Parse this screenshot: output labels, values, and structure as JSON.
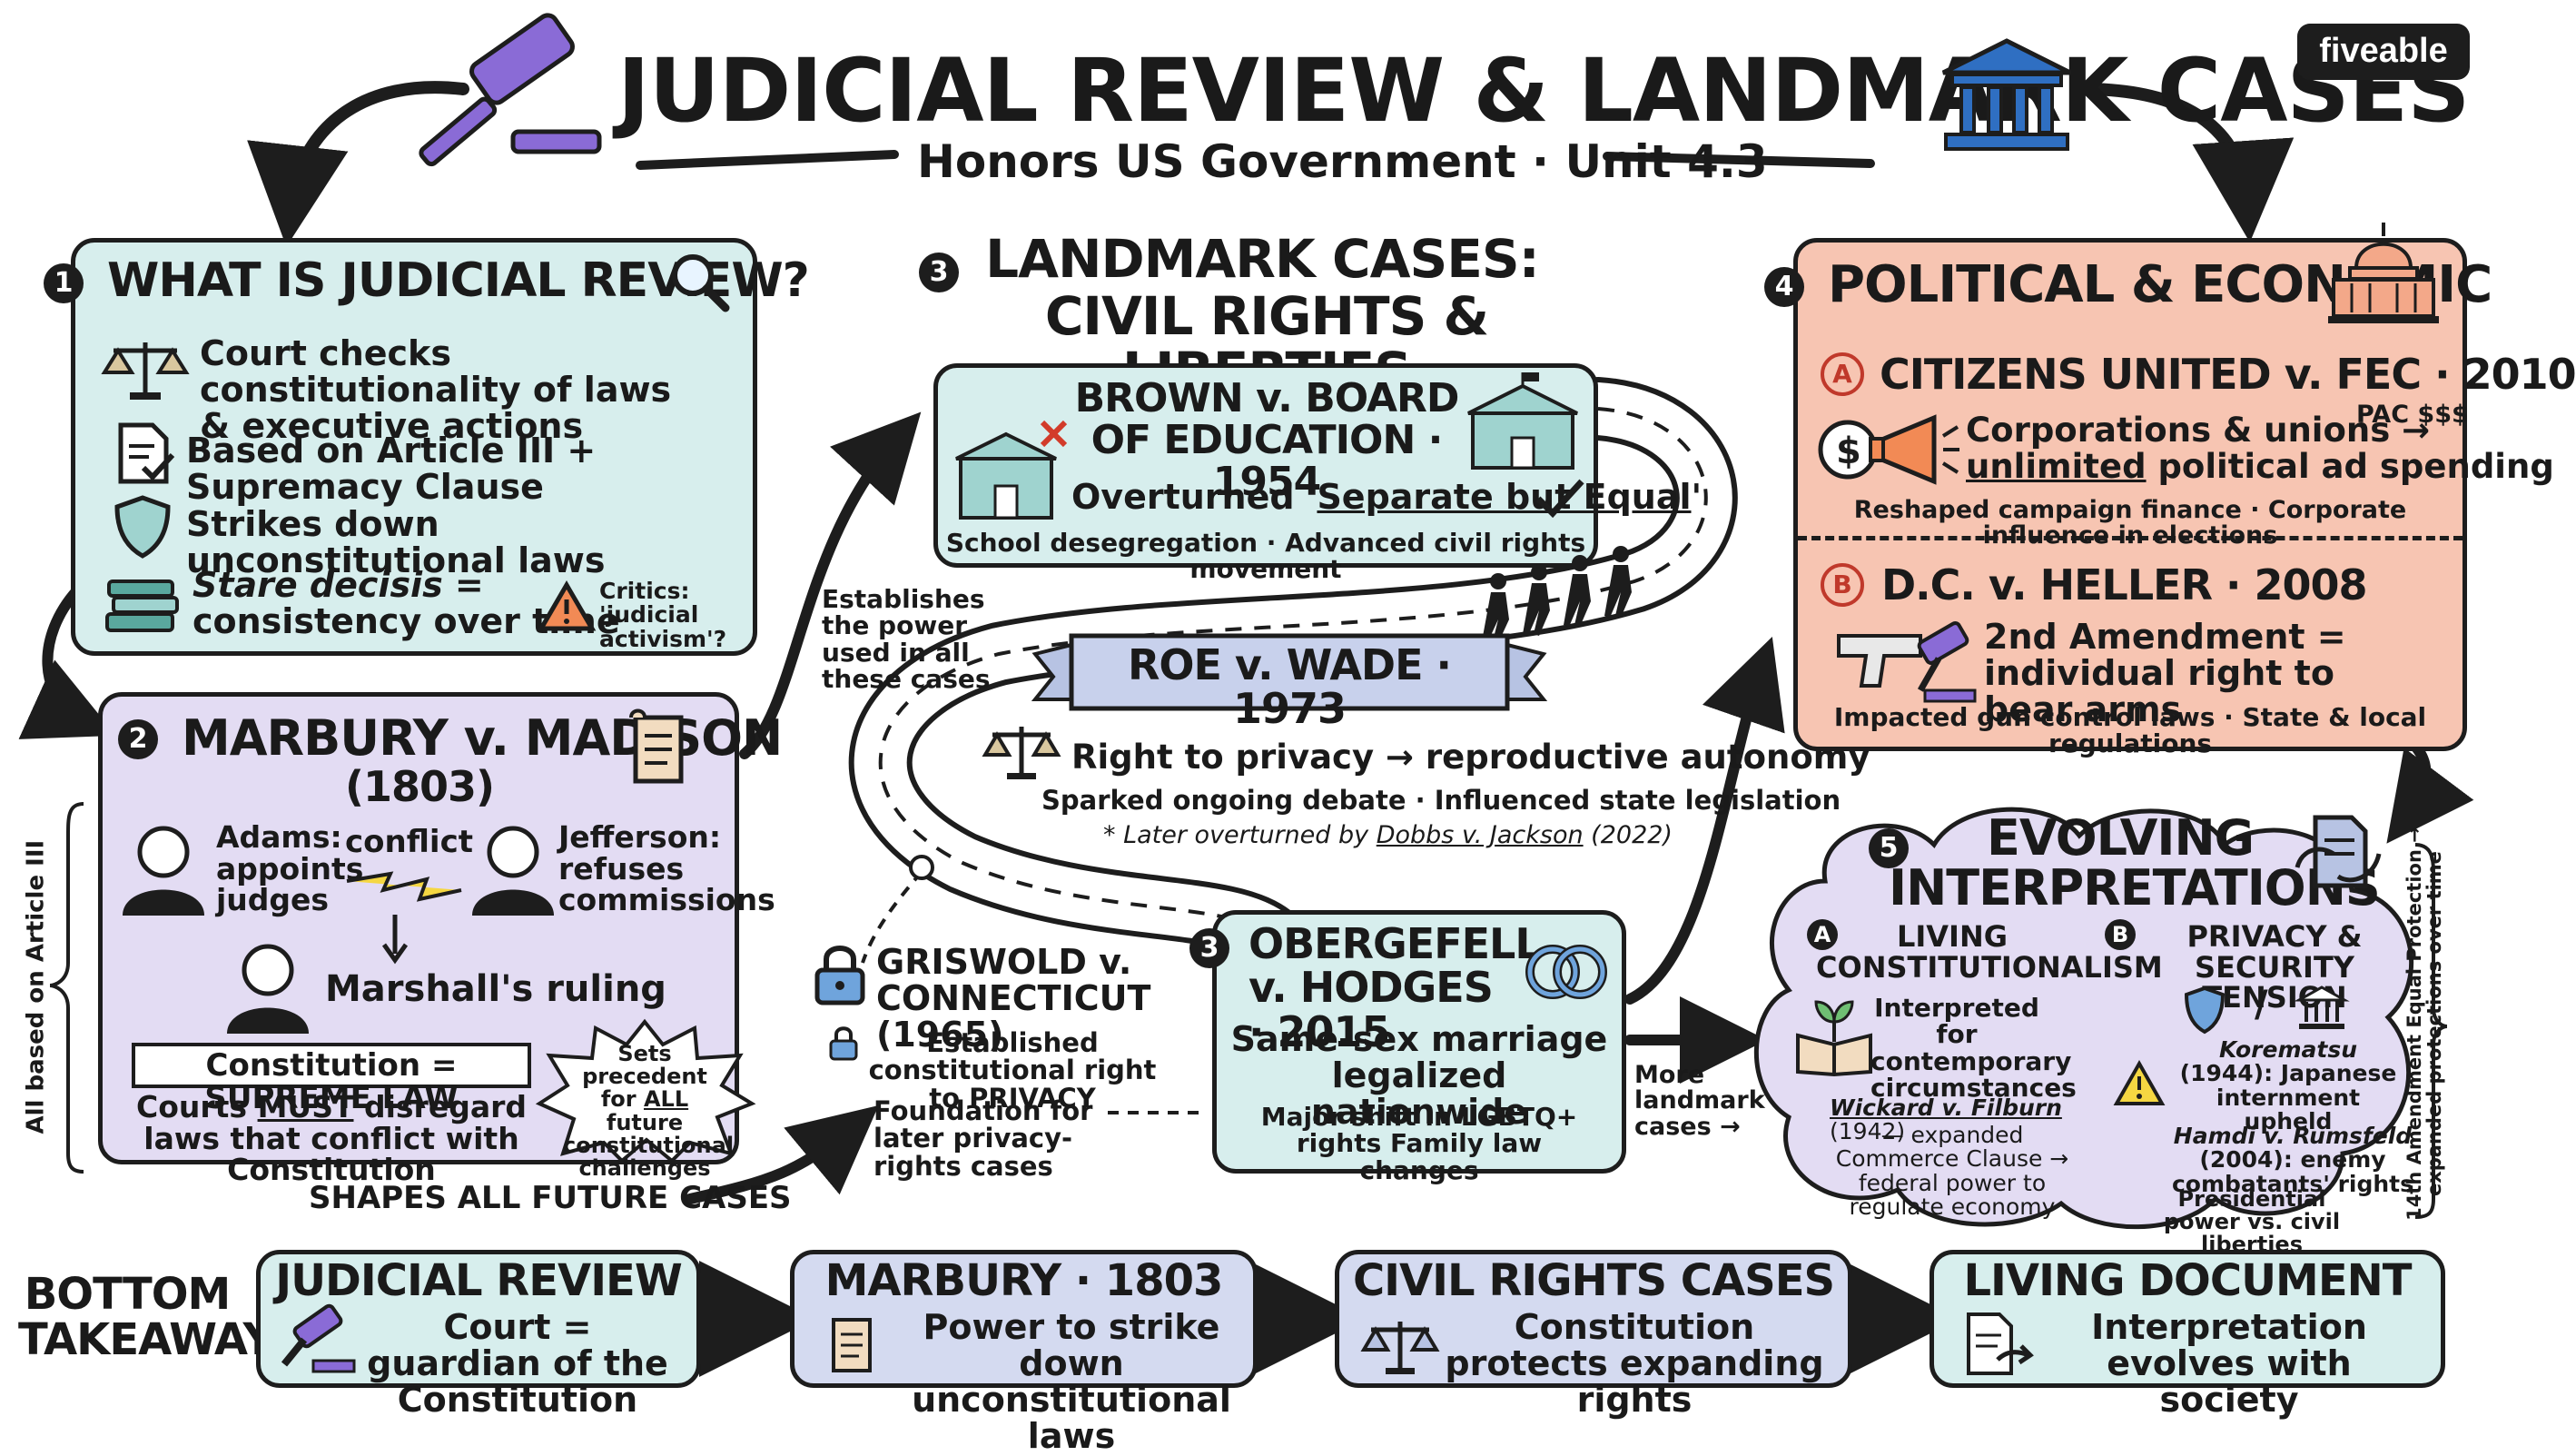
{
  "header": {
    "title": "JUDICIAL REVIEW & LANDMARK CASES",
    "subtitle": "Honors US Government · Unit 4.3",
    "brand": "fiveable"
  },
  "section1": {
    "number": "1",
    "title": "WHAT IS JUDICIAL REVIEW?",
    "items": [
      "Court checks constitutionality of laws & executive actions",
      "Based on Article III + Supremacy Clause",
      "Strikes down unconstitutional laws"
    ],
    "stare_line1": "Stare decisis =",
    "stare_line2": "consistency over time",
    "critics": "Critics: 'judicial activism'?"
  },
  "section2": {
    "number": "2",
    "title": "MARBURY v. MADISON",
    "year": "(1803)",
    "adams": "Adams: appoints judges",
    "conflict": "conflict",
    "jefferson": "Jefferson: refuses commissions",
    "ruling": "Marshall's ruling",
    "supreme": "Constitution = SUPREME LAW",
    "must_pre": "Courts ",
    "must": "MUST",
    "must_post": " disregard laws that conflict with Constitution",
    "precedent_pre": "Sets precedent for ",
    "precedent_all": "ALL",
    "precedent_post": " future constitutional challenges",
    "side_note": "All based on Article III"
  },
  "section3": {
    "number": "3",
    "title_line1": "LANDMARK CASES:",
    "title_line2": "CIVIL RIGHTS & LIBERTIES",
    "establishes": "Establishes the power used in all these cases",
    "shapes": "SHAPES ALL FUTURE CASES",
    "brown": {
      "title": "BROWN v. BOARD OF EDUCATION · 1954",
      "overturned_pre": "Overturned '",
      "overturned_mid": "Separate but Equal",
      "overturned_post": "'",
      "impact": "School desegregation · Advanced civil rights movement"
    },
    "roe": {
      "title": "ROE v. WADE · 1973",
      "line1": "Right to privacy → reproductive autonomy",
      "line2": "Sparked ongoing debate · Influenced state legislation",
      "line3_pre": "* Later overturned by ",
      "line3_case": "Dobbs v. Jackson",
      "line3_post": " (2022)"
    },
    "griswold": {
      "title": "GRISWOLD v. CONNECTICUT (1965)",
      "line1": "Established constitutional right to PRIVACY",
      "line2": "Foundation for later privacy-rights cases"
    },
    "obergefell": {
      "number": "3",
      "title": "OBERGEFELL v. HODGES · 2015",
      "line1": "Same-sex marriage legalized nationwide",
      "line2": "Major shift in LGBTQ+ rights Family law changes"
    },
    "more": "More landmark cases →"
  },
  "section4": {
    "number": "4",
    "title": "POLITICAL & ECONOMIC",
    "a_letter": "A",
    "a_title": "CITIZENS UNITED v. FEC · 2010",
    "a_line1": "Corporations & unions →",
    "a_line2_u": "unlimited",
    "a_line2": " political ad spending",
    "a_pac": "PAC $$$",
    "a_impact": "Reshaped campaign finance · Corporate influence in elections",
    "b_letter": "B",
    "b_title": "D.C. v. HELLER · 2008",
    "b_line1": "2nd Amendment = individual right to bear arms",
    "b_impact": "Impacted gun control laws · State & local regulations"
  },
  "section5": {
    "number": "5",
    "title_line1": "EVOLVING",
    "title_line2": "INTERPRETATIONS",
    "a_letter": "A",
    "a_title": "LIVING CONSTITUTIONALISM",
    "a_line1": "Interpreted for contemporary circumstances",
    "a_case": "Wickard v. Filburn",
    "a_case_year": " (1942)",
    "a_detail": "— expanded Commerce Clause → federal power to regulate economy",
    "b_letter": "B",
    "b_title": "PRIVACY & SECURITY TENSION",
    "b_slash": "/",
    "b_kore": "Korematsu",
    "b_kore_rest": " (1944): Japanese internment upheld",
    "b_hamdi": "Hamdi v. Rumsfeld",
    "b_hamdi_rest": " (2004): enemy combatants' rights",
    "b_foot": "Presidential power vs. civil liberties",
    "side_note": "14th Amendment Equal Protection → expanded protections over time"
  },
  "bottom": {
    "label": "BOTTOM TAKEAWAY",
    "cards": [
      {
        "title": "JUDICIAL REVIEW",
        "text": "Court = guardian of the Constitution"
      },
      {
        "title": "MARBURY · 1803",
        "text": "Power to strike down unconstitutional laws"
      },
      {
        "title": "CIVIL RIGHTS CASES",
        "text": "Constitution protects expanding rights"
      },
      {
        "title": "LIVING DOCUMENT",
        "text": "Interpretation evolves with society"
      }
    ]
  },
  "colors": {
    "teal": "#d6eeee",
    "lavender": "#e3dcf3",
    "salmon": "#f7c5b2",
    "purple": "#7b5cc8",
    "dark": "#1d1d1d",
    "blue": "#2f5f9e"
  }
}
